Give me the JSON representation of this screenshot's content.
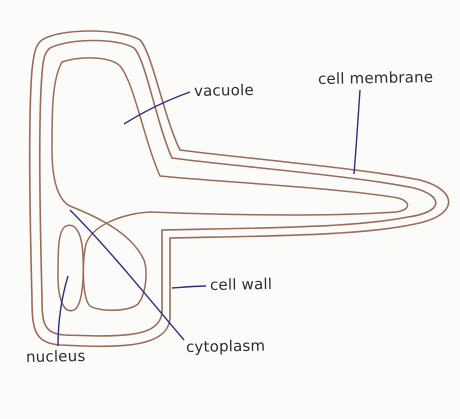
{
  "diagram": {
    "labels": {
      "vacuole": "vacuole",
      "cell_membrane": "cell membrane",
      "cell_wall": "cell wall",
      "nucleus": "nucleus",
      "cytoplasm": "cytoplasm"
    },
    "colors": {
      "background": "#fbfbfa",
      "cell_outline": "#9a6b58",
      "leader_line": "#2c2f7a",
      "label_text": "#2b2b2b"
    }
  }
}
